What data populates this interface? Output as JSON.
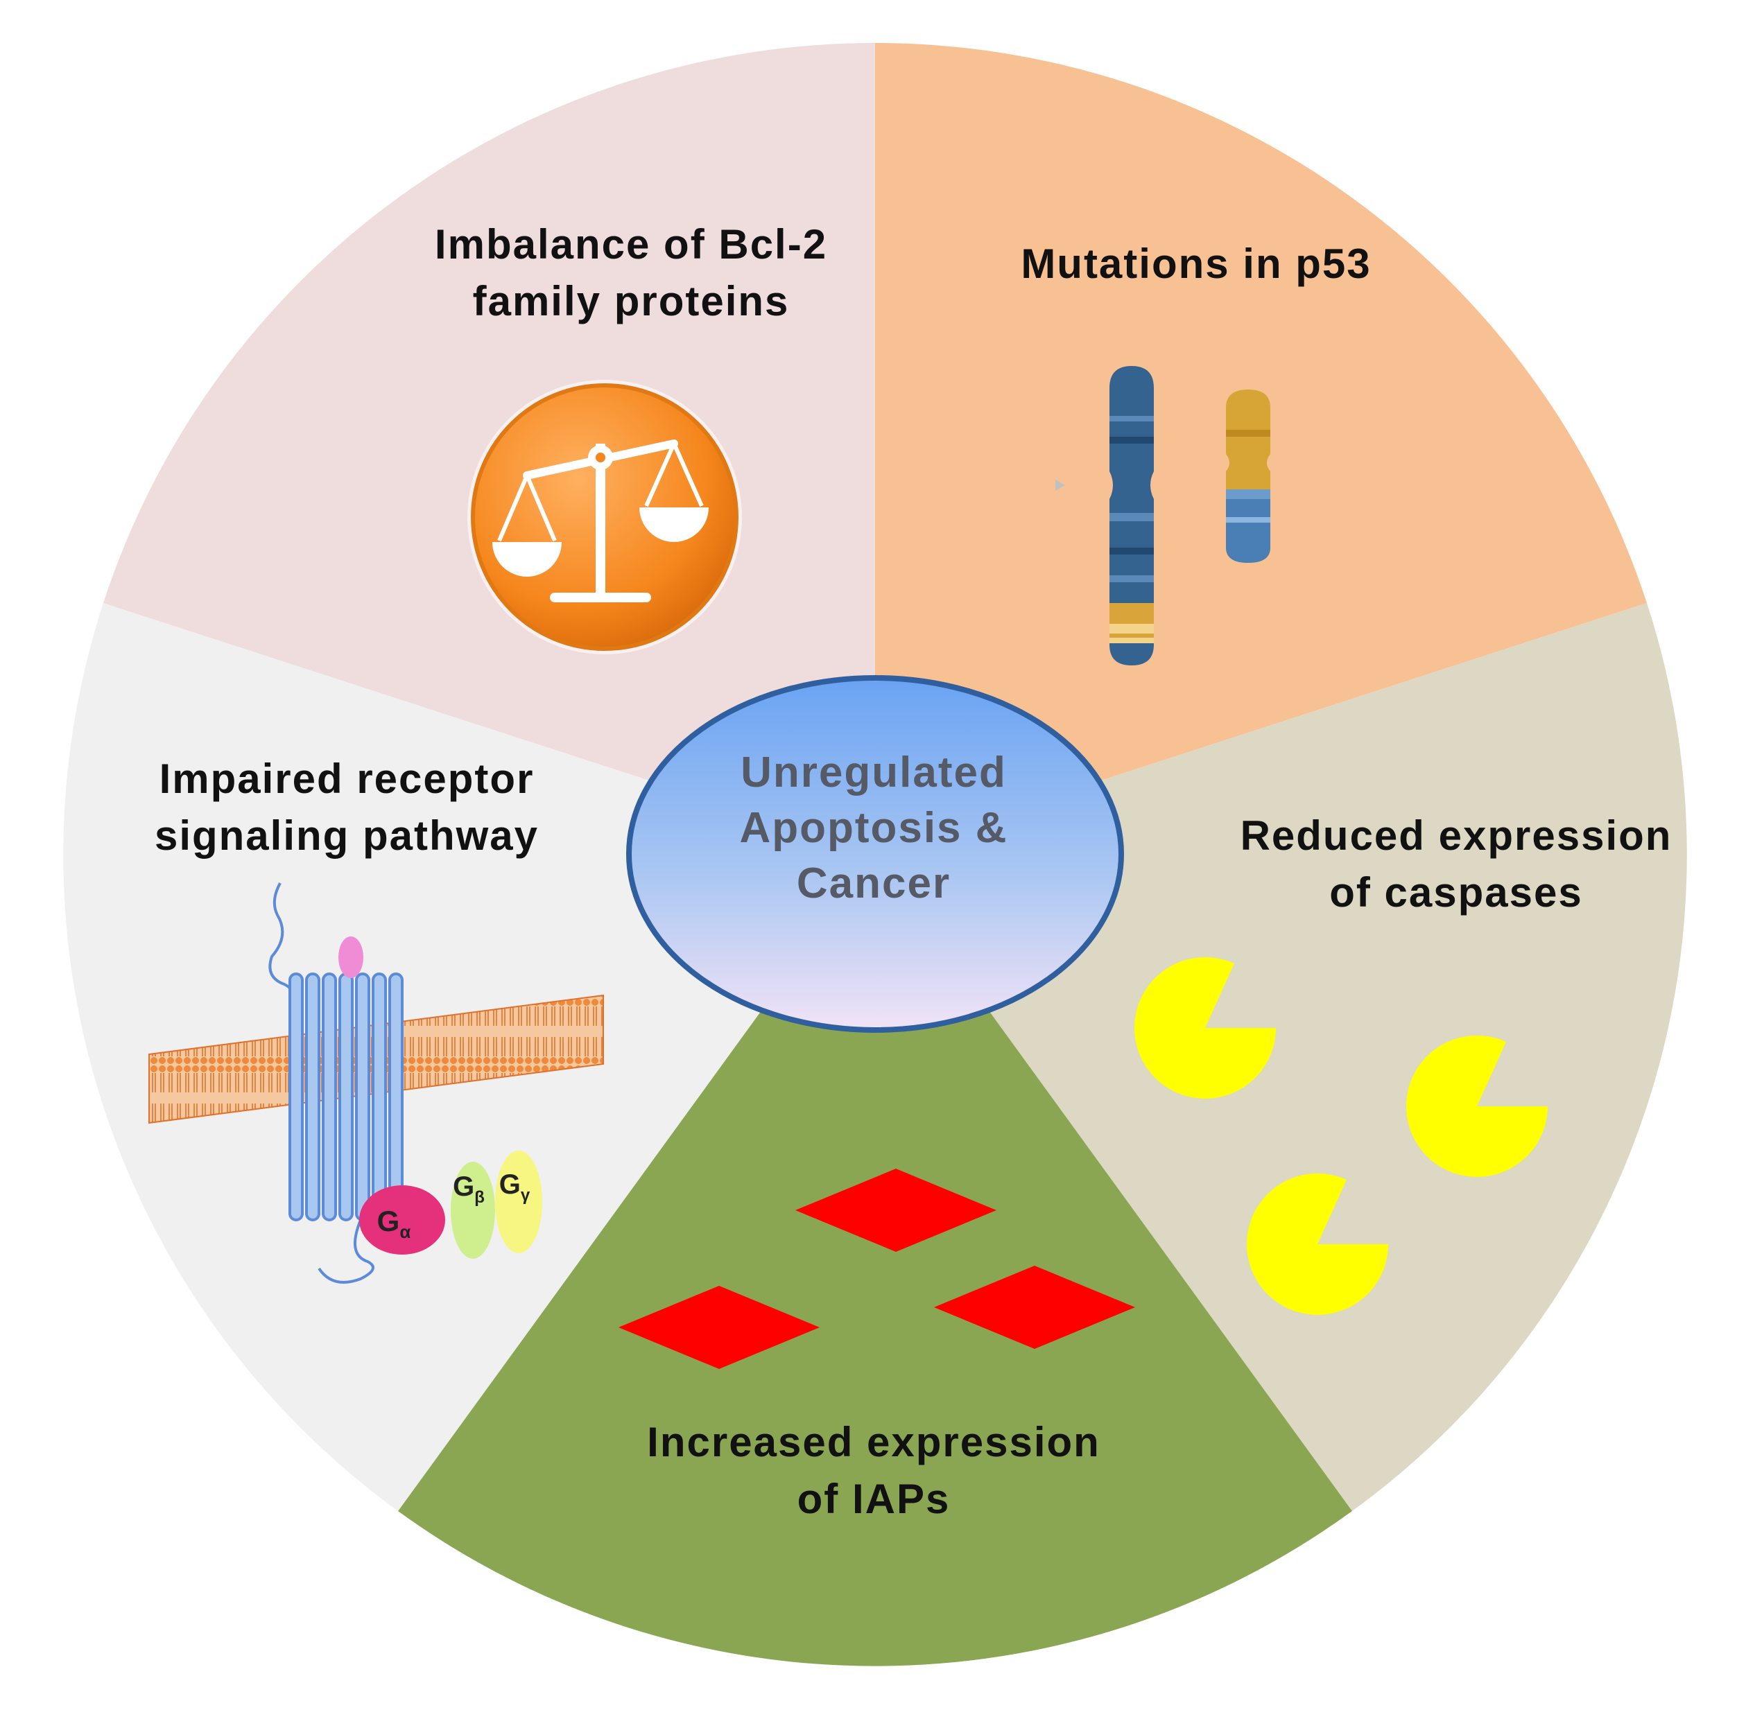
{
  "diagram": {
    "center": {
      "lines": [
        "Unregulated",
        "Apoptosis &",
        "Cancer"
      ]
    },
    "segments": [
      {
        "id": "bcl2",
        "lines": [
          "Imbalance of  Bcl-2",
          "family proteins"
        ],
        "color": "#efdcdc",
        "icon": "balance-scale-icon"
      },
      {
        "id": "p53",
        "lines": [
          "Mutations in p53"
        ],
        "color": "#f8c193",
        "icon": "chromosome-icon"
      },
      {
        "id": "caspases",
        "lines": [
          "Reduced expression",
          "of caspases"
        ],
        "color": "#ddd8c4",
        "icon": "pacman-caspase-icon"
      },
      {
        "id": "iaps",
        "lines": [
          "Increased expression",
          "of IAPs"
        ],
        "color": "#8aa652",
        "icon": "red-diamond-icon"
      },
      {
        "id": "receptor",
        "lines": [
          "Impaired receptor",
          "signaling pathway"
        ],
        "color": "#f0f0f0",
        "icon": "gpcr-membrane-icon"
      }
    ],
    "gprotein_labels": [
      "Gα",
      "Gβ",
      "Gγ"
    ]
  }
}
